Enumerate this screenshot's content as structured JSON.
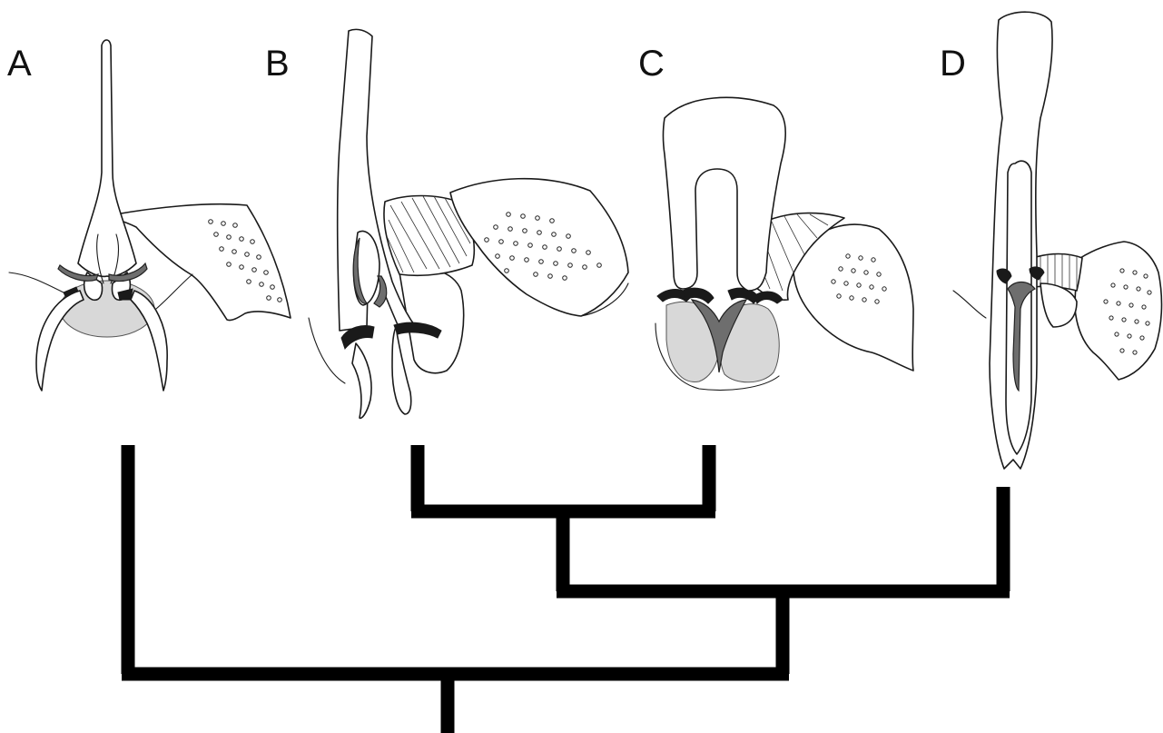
{
  "panels": [
    {
      "id": "a",
      "label": "A"
    },
    {
      "id": "b",
      "label": "B"
    },
    {
      "id": "c",
      "label": "C"
    },
    {
      "id": "d",
      "label": "D"
    }
  ],
  "tree": {
    "topology": "(A,((B,C),D))",
    "line_color": "#000000"
  },
  "colors": {
    "ink": "#1a1a1a",
    "light_grey_fill": "#d8d8d8",
    "dark_grey_fill": "#6e6e6e",
    "background": "#ffffff"
  }
}
